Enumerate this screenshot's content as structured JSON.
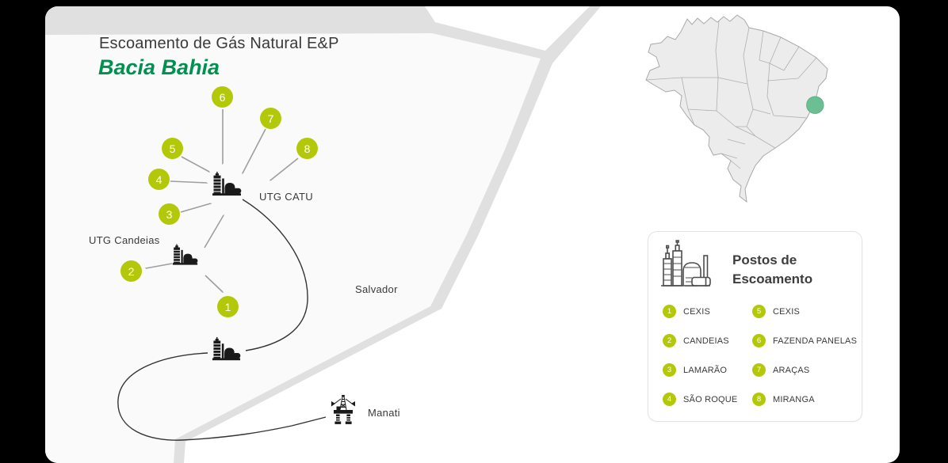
{
  "title": {
    "line1": "Escoamento de Gás Natural E&P",
    "line2": "Bacia Bahia"
  },
  "map": {
    "labels": {
      "utg_catu": "UTG CATU",
      "utg_candeias": "UTG Candeias",
      "salvador": "Salvador",
      "manati": "Manati"
    },
    "stations": [
      {
        "number": "1"
      },
      {
        "number": "2"
      },
      {
        "number": "3"
      },
      {
        "number": "4"
      },
      {
        "number": "5"
      },
      {
        "number": "6"
      },
      {
        "number": "7"
      },
      {
        "number": "8"
      }
    ]
  },
  "brazil_inset": {
    "highlight_region": "Bacia Bahia (coastal marker)",
    "marker_color": "#6cbf93"
  },
  "legend": {
    "title_line1": "Postos de",
    "title_line2": "Escoamento",
    "items": [
      {
        "number": "1",
        "label": "CEXIS"
      },
      {
        "number": "2",
        "label": "CANDEIAS"
      },
      {
        "number": "3",
        "label": "LAMARÃO"
      },
      {
        "number": "4",
        "label": "SÃO ROQUE"
      },
      {
        "number": "5",
        "label": "CEXIS"
      },
      {
        "number": "6",
        "label": "FAZENDA PANELAS"
      },
      {
        "number": "7",
        "label": "ARAÇAS"
      },
      {
        "number": "8",
        "label": "MIRANGA"
      }
    ]
  },
  "colors": {
    "page_bg": "#000000",
    "card_bg": "#ffffff",
    "land_tint": "#fafafa",
    "band_gray": "#e0e0e0",
    "accent_green": "#00904f",
    "station_green": "#b4c80a",
    "marker_green": "#6cbf93",
    "arrow_gray": "#9e9e9e",
    "text_dark": "#3a3a3a",
    "pipeline_dark": "#333333"
  }
}
